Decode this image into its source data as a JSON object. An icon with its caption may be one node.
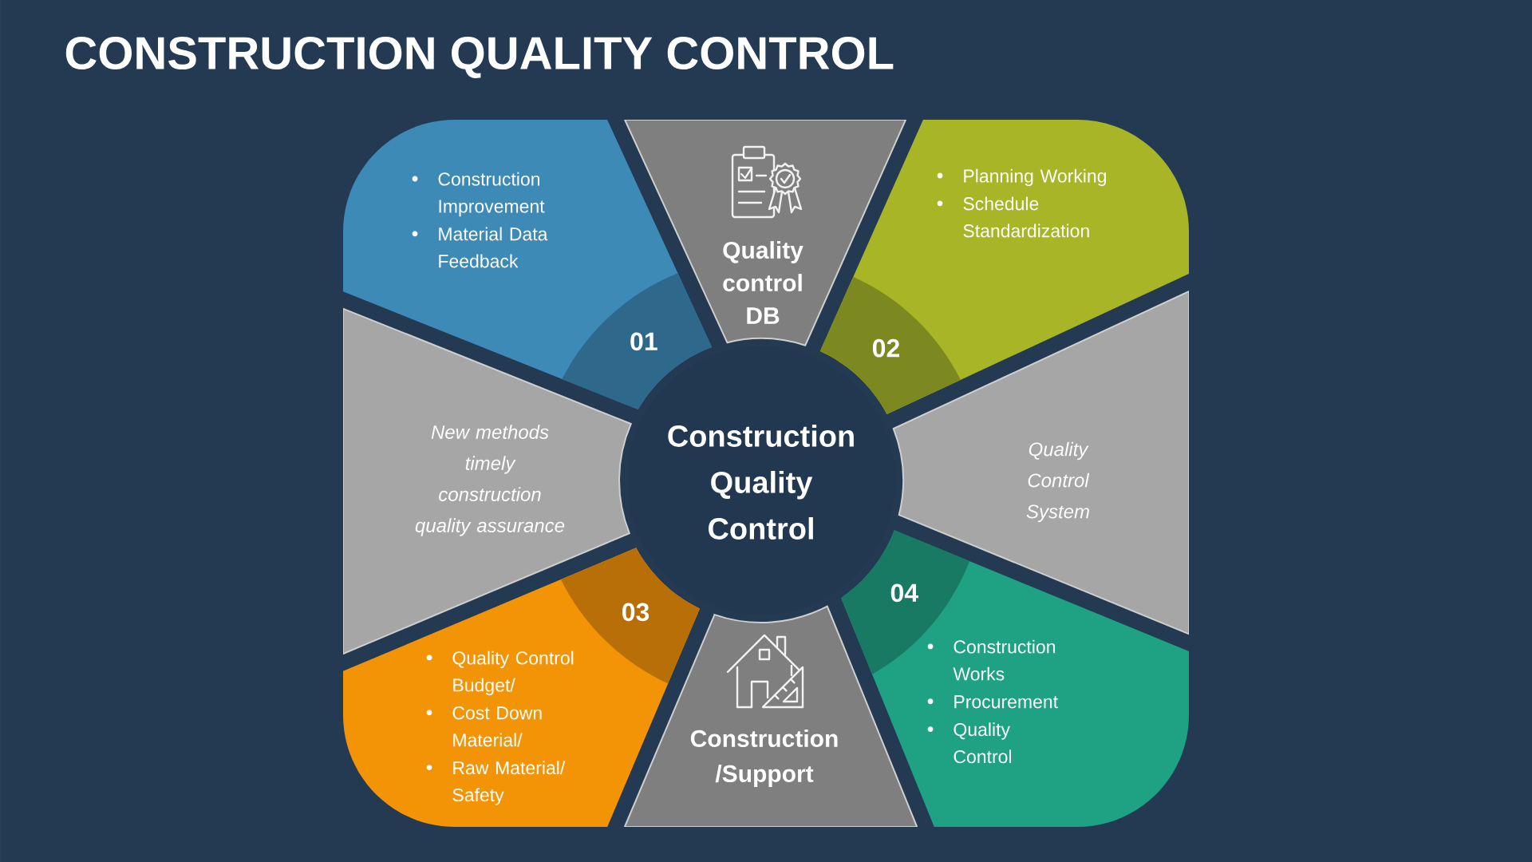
{
  "diagram": {
    "title": "CONSTRUCTION QUALITY CONTROL",
    "nodes": [
      {
        "text": [
          "Construction Improvement",
          "Material Data Feedback"
        ]
      },
      {
        "text": [
          "01"
        ],
        "in": 0
      },
      {
        "text": [
          "Quality control DB"
        ]
      },
      {
        "text": [
          "Planning Working",
          "Schedule Standardization"
        ]
      },
      {
        "text": [
          "02"
        ],
        "in": 3
      },
      {
        "text": [
          "New methods timely construction quality assurance"
        ]
      },
      {
        "text": [
          "Construction Quality Control"
        ]
      },
      {
        "text": [
          "Quality Control System"
        ]
      },
      {
        "text": [
          "Quality Control Budget/",
          "Cost Down Material/",
          "Raw Material/ Safety"
        ]
      },
      {
        "text": [
          "03"
        ],
        "in": 8
      },
      {
        "text": [
          "Construction /Support"
        ]
      },
      {
        "text": [
          "Construction Works",
          "Procurement",
          "Quality Control"
        ]
      },
      {
        "text": [
          "04"
        ],
        "in": 11
      }
    ]
  }
}
